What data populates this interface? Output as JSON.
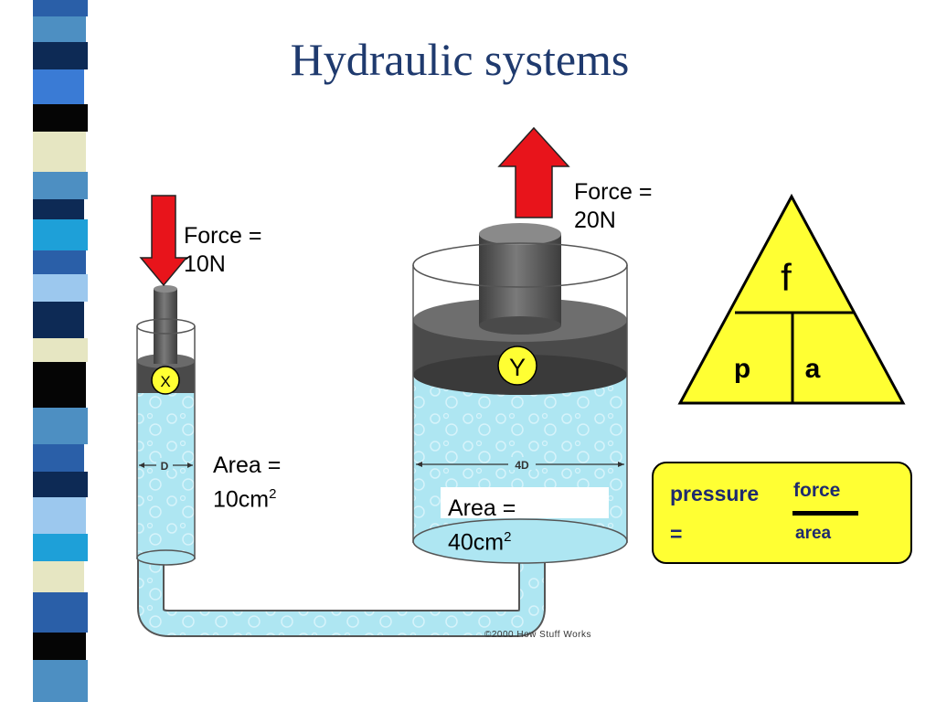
{
  "title": "Hydraulic systems",
  "small_cylinder": {
    "marker": "X",
    "force_line1": "Force =",
    "force_line2": "10N",
    "area_line1": "Area =",
    "area_value": "10cm",
    "area_exp": "2",
    "dimension": "D"
  },
  "large_cylinder": {
    "marker": "Y",
    "force_line1": "Force =",
    "force_line2": "20N",
    "area_line1": "Area =",
    "area_value": "40cm",
    "area_exp": "2",
    "dimension": "4D"
  },
  "triangle": {
    "top": "f",
    "left": "p",
    "right": "a"
  },
  "formula": {
    "word": "pressure",
    "equals": "=",
    "numerator": "force",
    "denominator": "area"
  },
  "credit": "©2000 How Stuff Works",
  "colors": {
    "fluid": "#aee6f2",
    "arrow": "#e8141b",
    "marker_fill": "#ffff33",
    "triangle_fill": "#ffff33",
    "title": "#1f3a6e",
    "piston": "#555555"
  }
}
